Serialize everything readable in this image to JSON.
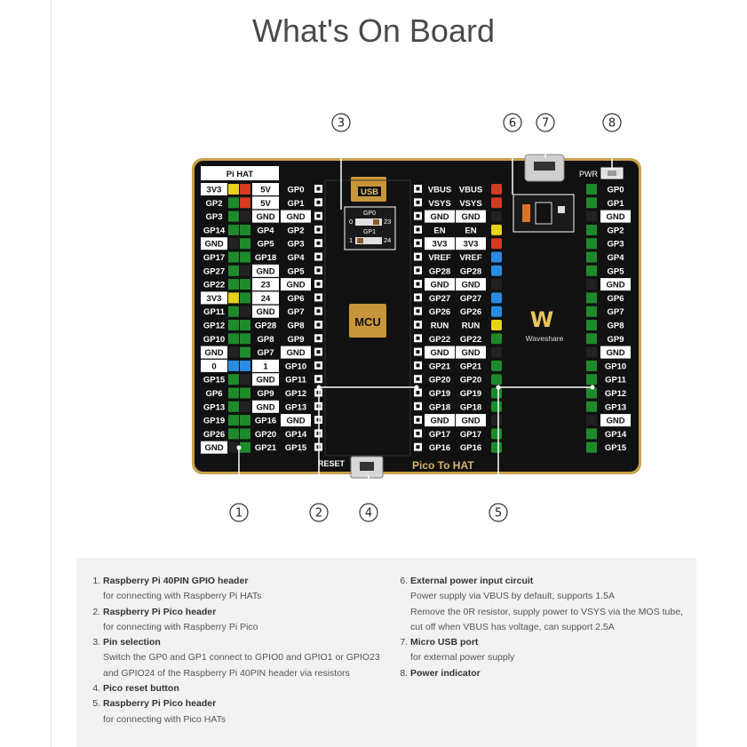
{
  "title": "What's On Board",
  "board": {
    "hat_label": "Pi HAT",
    "usb_label": "USB",
    "mcu_label": "MCU",
    "brand": "Waveshare",
    "pwr_label": "PWR",
    "reset_label": "RESET",
    "board_name": "Pico To HAT",
    "gp0_sel": {
      "label": "GP0",
      "left": "0",
      "right": "23"
    },
    "gp1_sel": {
      "label": "GP1",
      "left": "1",
      "right": "24"
    },
    "pi_header_rows": [
      [
        "3V3",
        "5V",
        "GP0"
      ],
      [
        "GP2",
        "5V",
        "GP1"
      ],
      [
        "GP3",
        "GND",
        "GND"
      ],
      [
        "GP14",
        "GP4",
        "GP2"
      ],
      [
        "GND",
        "GP5",
        "GP3"
      ],
      [
        "GP17",
        "GP18",
        "GP4"
      ],
      [
        "GP27",
        "GND",
        "GP5"
      ],
      [
        "GP22",
        "23",
        "GND"
      ],
      [
        "3V3",
        "24",
        "GP6"
      ],
      [
        "GP11",
        "GND",
        "GP7"
      ],
      [
        "GP12",
        "GP28",
        "GP8"
      ],
      [
        "GP10",
        "GP8",
        "GP9"
      ],
      [
        "GND",
        "GP7",
        "GND"
      ],
      [
        "0",
        "1",
        "GP10"
      ],
      [
        "GP15",
        "GND",
        "GP11"
      ],
      [
        "GP6",
        "GP9",
        "GP12"
      ],
      [
        "GP13",
        "GND",
        "GP13"
      ],
      [
        "GP19",
        "GP16",
        "GND"
      ],
      [
        "GP26",
        "GP20",
        "GP14"
      ],
      [
        "GND",
        "GP21",
        "GP15"
      ]
    ],
    "pico_header_rows": [
      [
        "VBUS",
        "VBUS"
      ],
      [
        "VSYS",
        "VSYS"
      ],
      [
        "GND",
        "GND"
      ],
      [
        "EN",
        "EN"
      ],
      [
        "3V3",
        "3V3"
      ],
      [
        "VREF",
        "VREF"
      ],
      [
        "GP28",
        "GP28"
      ],
      [
        "GND",
        "GND"
      ],
      [
        "GP27",
        "GP27"
      ],
      [
        "GP26",
        "GP26"
      ],
      [
        "RUN",
        "RUN"
      ],
      [
        "GP22",
        "GP22"
      ],
      [
        "GND",
        "GND"
      ],
      [
        "GP21",
        "GP21"
      ],
      [
        "GP20",
        "GP20"
      ],
      [
        "GP19",
        "GP19"
      ],
      [
        "GP18",
        "GP18"
      ],
      [
        "GND",
        "GND"
      ],
      [
        "GP17",
        "GP17"
      ],
      [
        "GP16",
        "GP16"
      ]
    ],
    "right_header_labels": [
      "GP0",
      "GP1",
      "GND",
      "GP2",
      "GP3",
      "GP4",
      "GP5",
      "GND",
      "GP6",
      "GP7",
      "GP8",
      "GP9",
      "GND",
      "GP10",
      "GP11",
      "GP12",
      "GP13",
      "GND",
      "GP14",
      "GP15"
    ],
    "callouts": [
      "1",
      "2",
      "3",
      "4",
      "5",
      "6",
      "7",
      "8"
    ],
    "colors": {
      "board": "#111111",
      "board_edge": "#c8a24a",
      "pin_green": "#1f8a2c",
      "pin_red": "#d33b22",
      "pin_yellow": "#e8d21a",
      "pin_blue": "#2a8ce0",
      "pin_black": "#222222"
    }
  },
  "legend": {
    "left": [
      {
        "title": "Raspberry Pi 40PIN GPIO header",
        "desc": [
          "for connecting with Raspberry Pi HATs"
        ]
      },
      {
        "title": "Raspberry Pi Pico header",
        "desc": [
          "for connecting with Raspberry Pi Pico"
        ]
      },
      {
        "title": "Pin selection",
        "desc": [
          "Switch the GP0 and GP1 connect to GPIO0 and GPIO1 or GPIO23",
          "and GPIO24 of the Raspberry Pi 40PIN header via resistors"
        ]
      },
      {
        "title": "Pico reset button",
        "desc": []
      },
      {
        "title": "Raspberry Pi Pico header",
        "desc": [
          "for connecting with Pico HATs"
        ]
      }
    ],
    "right": [
      {
        "title": "External power input circuit",
        "desc": [
          "Power supply via VBUS by default, supports 1.5A",
          "Remove the 0R resistor, supply power to VSYS via the MOS tube,",
          "cut off when VBUS has voltage, can support 2.5A"
        ]
      },
      {
        "title": "Micro USB port",
        "desc": [
          "for external power supply"
        ]
      },
      {
        "title": "Power indicator",
        "desc": []
      }
    ]
  }
}
